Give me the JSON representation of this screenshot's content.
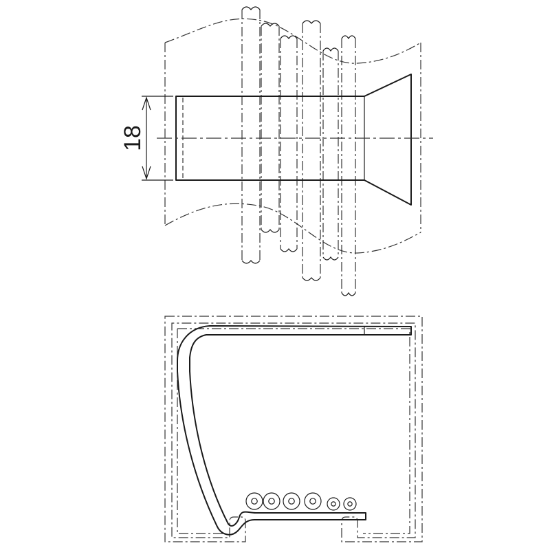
{
  "dimension": {
    "height_label": "18",
    "height_value": 18
  },
  "top_view": {
    "wire_count": 6,
    "cable_outline": "phantom"
  },
  "section_view": {
    "wire_count": 6,
    "channel_outline": "phantom",
    "clip_outline": "solid"
  },
  "colors": {
    "line": "#1a1a1a",
    "background": "#ffffff"
  }
}
